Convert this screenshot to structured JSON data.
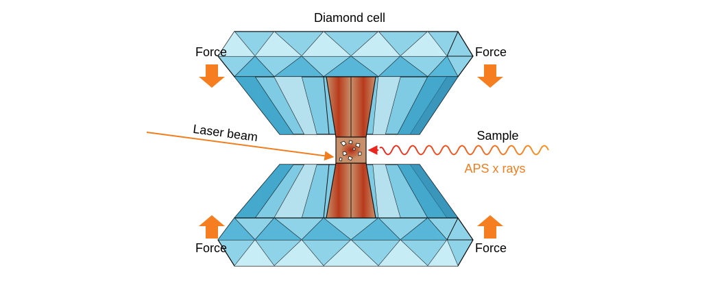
{
  "labels": {
    "title": "Diamond cell",
    "force_top_left": "Force",
    "force_top_right": "Force",
    "force_bottom_left": "Force",
    "force_bottom_right": "Force",
    "laser": "Laser beam",
    "sample": "Sample",
    "xray": "APS x rays"
  },
  "colors": {
    "diamond_light": "#bfe6f2",
    "diamond_mid": "#7fcbe3",
    "diamond_dark": "#3aa3c9",
    "culet": "#c8906a",
    "culet_hot": "#b22a10",
    "force_arrow": "#f57f20",
    "laser": "#f07d1e",
    "xray_red": "#e8261d",
    "xray_orange": "#f7941d"
  },
  "icons": {
    "force_arrow": "arrow-down-icon / arrow-up-icon",
    "laser_arrow": "arrow-right-icon",
    "xray_wave": "wave-icon"
  }
}
